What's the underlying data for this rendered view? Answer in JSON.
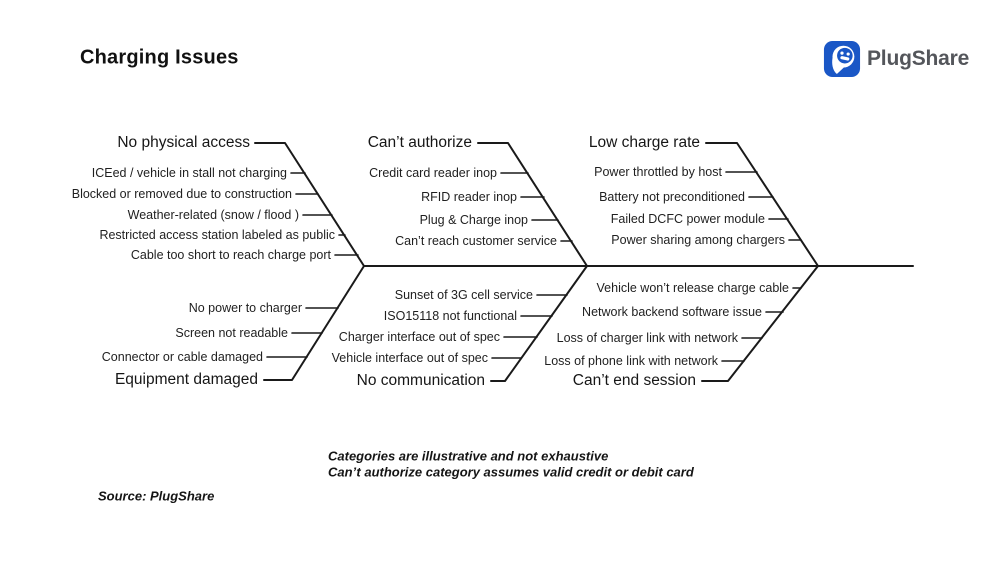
{
  "title": "Charging Issues",
  "logo": {
    "brand": "PlugShare",
    "icon": "plugshare-head-plug-icon",
    "blue": "#1a57c6",
    "text_color": "#54565b"
  },
  "branches": [
    {
      "id": "no-physical-access",
      "label": "No physical access",
      "items": [
        "ICEed / vehicle in stall not charging",
        "Blocked or removed due to construction",
        "Weather-related (snow / flood )",
        "Restricted access station labeled as public",
        "Cable too short to reach charge port"
      ]
    },
    {
      "id": "cant-authorize",
      "label": "Can’t authorize",
      "items": [
        "Credit card reader inop",
        "RFID reader inop",
        "Plug & Charge inop",
        "Can’t reach customer service"
      ]
    },
    {
      "id": "low-charge-rate",
      "label": "Low charge rate",
      "items": [
        "Power throttled by host",
        "Battery not preconditioned",
        "Failed DCFC power module",
        "Power sharing among chargers"
      ]
    },
    {
      "id": "equipment-damaged",
      "label": "Equipment damaged",
      "items": [
        "No power to charger",
        "Screen not readable",
        "Connector or cable damaged"
      ]
    },
    {
      "id": "no-communication",
      "label": "No communication",
      "items": [
        "Sunset of 3G cell service",
        "ISO15118 not functional",
        "Charger interface out of spec",
        "Vehicle interface out of spec"
      ]
    },
    {
      "id": "cant-end-session",
      "label": "Can’t end session",
      "items": [
        "Vehicle won’t release charge cable",
        "Network backend software issue",
        "Loss of charger link with network",
        "Loss of phone link with network"
      ]
    }
  ],
  "notes": [
    "Categories are illustrative and not exhaustive",
    "Can’t authorize category assumes valid credit or debit card"
  ],
  "source": "Source: PlugShare",
  "colors": {
    "line": "#1a1a1a",
    "text": "#1c1c1c"
  }
}
